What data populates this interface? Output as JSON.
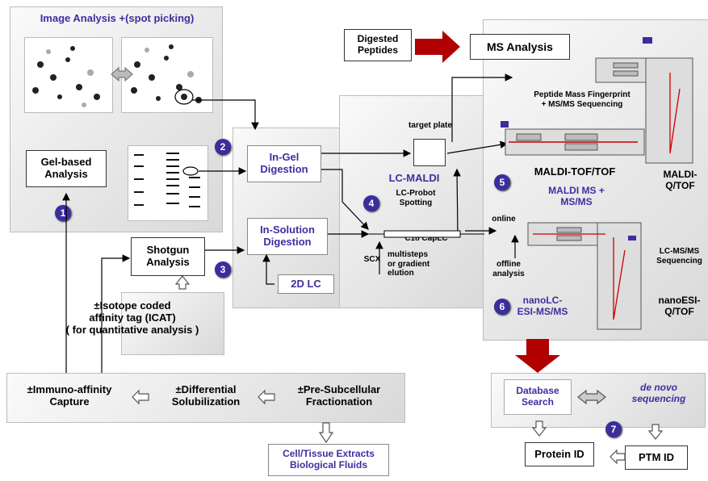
{
  "image_analysis": {
    "title": "Image Analysis +(spot picking)"
  },
  "gel_based": {
    "label": "Gel-based\nAnalysis",
    "step": "1"
  },
  "in_gel": {
    "label": "In-Gel\nDigestion",
    "step": "2"
  },
  "in_solution": {
    "label": "In-Solution\nDigestion",
    "step": "3"
  },
  "two_d_lc": {
    "label": "2D LC"
  },
  "shotgun": {
    "label": "Shotgun\nAnalysis"
  },
  "icat": {
    "label": "±Isotope coded\naffinity tag (ICAT)\n( for quantitative analysis )"
  },
  "prefractionation": {
    "immuno": "±Immuno-affinity\nCapture",
    "differential": "±Differential\nSolubilization",
    "subcellular": "±Pre-Subcellular\nFractionation"
  },
  "source": {
    "label": "Cell/Tissue Extracts\nBiological Fluids"
  },
  "lc_maldi": {
    "title": "LC-MALDI",
    "subtitle": "LC-Probot\nSpotting",
    "step": "4",
    "target_plate": "target plate"
  },
  "capillary_lc": {
    "scx": "SCX",
    "c18": "C18 CapLC",
    "elution": "multisteps\nor gradient\nelution"
  },
  "digested_peptides": {
    "label": "Digested\nPeptides"
  },
  "ms_analysis": {
    "title": "MS Analysis",
    "pmf": "Peptide Mass Fingerprint\n+ MS/MS Sequencing",
    "maldi_tof_tof": "MALDI-TOF/TOF",
    "maldi_q_tof": "MALDI-\nQ/TOF",
    "maldi_ms": "MALDI MS +\nMS/MS",
    "maldi_step": "5",
    "online": "online",
    "offline": "offline\nanalysis",
    "lc_msms": "LC-MS/MS\nSequencing",
    "nano_lc": "nanoLC-\nESI-MS/MS",
    "nano_step": "6",
    "nano_esi": "nanoESI-\nQ/TOF"
  },
  "database": {
    "search": "Database\nSearch",
    "de_novo": "de novo\nsequencing",
    "step": "7"
  },
  "results": {
    "protein_id": "Protein ID",
    "ptm_id": "PTM ID"
  },
  "colors": {
    "accent": "#3d2fa0",
    "arrow_red": "#b00000"
  }
}
